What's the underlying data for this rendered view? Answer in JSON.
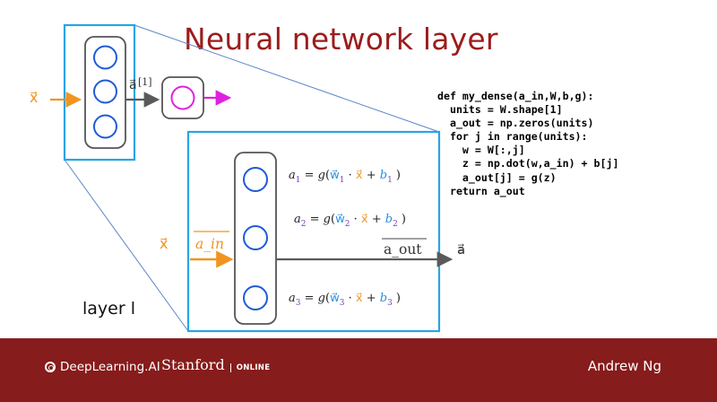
{
  "slide": {
    "title": "Neural network layer",
    "layer_label": "layer l"
  },
  "diagram": {
    "input_label": "x⃗",
    "hidden_output_label": "a⃗",
    "hidden_output_superscript": "[1]",
    "zoom_input_x": "x⃗",
    "zoom_input_name": "a_in",
    "zoom_output_name": "a_out",
    "zoom_output_vec": "a⃗",
    "equations": [
      {
        "lhs": "a",
        "idx": "1",
        "w": "w⃗",
        "x": "x⃗",
        "b": "b"
      },
      {
        "lhs": "a",
        "idx": "2",
        "w": "w⃗",
        "x": "x⃗",
        "b": "b"
      },
      {
        "lhs": "a",
        "idx": "3",
        "w": "w⃗",
        "x": "x⃗",
        "b": "b"
      }
    ]
  },
  "code": {
    "lines": [
      "def my_dense(a_in,W,b,g):",
      "  units = W.shape[1]",
      "  a_out = np.zeros(units)",
      "  for j in range(units):",
      "    w = W[:,j]",
      "    z = np.dot(w,a_in) + b[j]",
      "    a_out[j] = g(z)",
      "  return a_out"
    ]
  },
  "footer": {
    "logo": "DeepLearning.AI",
    "stanford": "Stanford",
    "stanford_online": "ONLINE",
    "author": "Andrew Ng"
  },
  "colors": {
    "title": "#9c1c1c",
    "footer_bg": "#861c1b",
    "zoom_border": "#29a4e6",
    "neuron_blue": "#1f5bd6",
    "neuron_pink": "#e020e0",
    "arrow_orange": "#f2941f",
    "arrow_gray": "#5a5a5a",
    "eq_purple": "#7e3fc1",
    "eq_blue": "#2a8fe0",
    "eq_orange": "#f09a2a"
  }
}
